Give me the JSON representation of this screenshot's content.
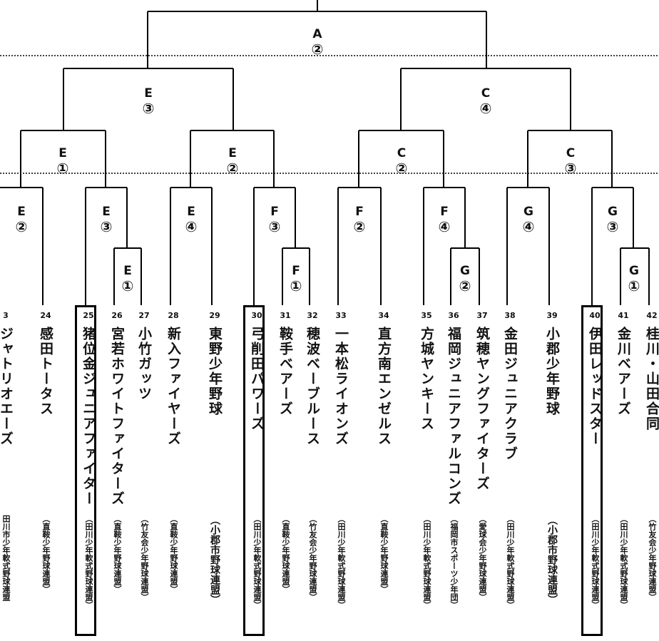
{
  "bracket": {
    "final": {
      "letter": "A",
      "num": "②"
    },
    "nodes": [
      {
        "id": "E3",
        "letter": "E",
        "num": "③"
      },
      {
        "id": "C4",
        "letter": "C",
        "num": "④"
      },
      {
        "id": "E1",
        "letter": "E",
        "num": "①"
      },
      {
        "id": "E2",
        "letter": "E",
        "num": "②"
      },
      {
        "id": "C2",
        "letter": "C",
        "num": "②"
      },
      {
        "id": "C3",
        "letter": "C",
        "num": "③"
      },
      {
        "id": "E2b",
        "letter": "E",
        "num": "②"
      },
      {
        "id": "E3b",
        "letter": "E",
        "num": "③"
      },
      {
        "id": "E1b",
        "letter": "E",
        "num": "①"
      },
      {
        "id": "E4",
        "letter": "E",
        "num": "④"
      },
      {
        "id": "F3",
        "letter": "F",
        "num": "③"
      },
      {
        "id": "F1",
        "letter": "F",
        "num": "①"
      },
      {
        "id": "F2",
        "letter": "F",
        "num": "②"
      },
      {
        "id": "F4",
        "letter": "F",
        "num": "④"
      },
      {
        "id": "G2",
        "letter": "G",
        "num": "②"
      },
      {
        "id": "G4",
        "letter": "G",
        "num": "④"
      },
      {
        "id": "G3",
        "letter": "G",
        "num": "③"
      },
      {
        "id": "G1",
        "letter": "G",
        "num": "①"
      }
    ]
  },
  "teams": [
    {
      "num": "3",
      "name": "ジャトリオエーズ",
      "assoc": "田川市少年軟式野球連盟",
      "highlight": false
    },
    {
      "num": "24",
      "name": "感田トータス",
      "assoc": "（直鞍少年野球連盟）",
      "highlight": false
    },
    {
      "num": "25",
      "name": "猪位金ジュニアファイターズ",
      "assoc": "（田川少年軟式野球連盟）",
      "highlight": true
    },
    {
      "num": "26",
      "name": "宮若ホワイトファイターズ",
      "assoc": "（直鞍少年野球連盟）",
      "highlight": false
    },
    {
      "num": "27",
      "name": "小竹ガッツ",
      "assoc": "（竹友会少年野球連盟）",
      "highlight": false
    },
    {
      "num": "28",
      "name": "新入ファイヤーズ",
      "assoc": "（直鞍少年野球連盟）",
      "highlight": false
    },
    {
      "num": "29",
      "name": "東野少年野球",
      "assoc": "（小郡市野球連盟）",
      "highlight": false,
      "big": true
    },
    {
      "num": "30",
      "name": "弓削田パワーズ",
      "assoc": "（田川少年軟式野球連盟）",
      "highlight": true
    },
    {
      "num": "31",
      "name": "鞍手ベアーズ",
      "assoc": "（直鞍少年野球連盟）",
      "highlight": false
    },
    {
      "num": "32",
      "name": "穂波ベーブルース",
      "assoc": "（竹友会少年野球連盟）",
      "highlight": false
    },
    {
      "num": "33",
      "name": "一本松ライオンズ",
      "assoc": "（田川少年軟式野球連盟）",
      "highlight": false
    },
    {
      "num": "34",
      "name": "直方南エンゼルス",
      "assoc": "（直鞍少年野球連盟）",
      "highlight": false
    },
    {
      "num": "35",
      "name": "方城ヤンキース",
      "assoc": "（田川少年軟式野球連盟）",
      "highlight": false
    },
    {
      "num": "36",
      "name": "福岡ジュニアファルコンズ",
      "assoc": "（福岡市スポーツ少年団）",
      "highlight": false
    },
    {
      "num": "37",
      "name": "筑穂ヤングファイターズ",
      "assoc": "（愛球会少年野球連盟）",
      "highlight": false
    },
    {
      "num": "38",
      "name": "金田ジュニアクラブ",
      "assoc": "（田川少年軟式野球連盟）",
      "highlight": false
    },
    {
      "num": "39",
      "name": "小郡少年野球",
      "assoc": "（小郡市野球連盟）",
      "highlight": false,
      "big": true
    },
    {
      "num": "40",
      "name": "伊田レッドスター",
      "assoc": "（田川少年軟式野球連盟）",
      "highlight": true
    },
    {
      "num": "41",
      "name": "金川ベアーズ",
      "assoc": "（田川少年軟式野球連盟）",
      "highlight": false
    },
    {
      "num": "42",
      "name": "桂川・山田合同",
      "assoc": "（竹友会少年野球連盟）",
      "highlight": false
    }
  ]
}
